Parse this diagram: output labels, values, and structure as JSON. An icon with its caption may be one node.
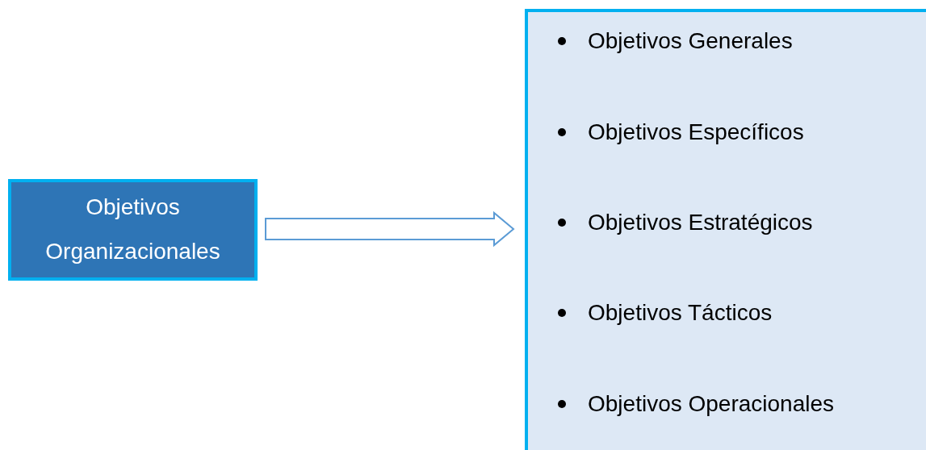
{
  "diagram": {
    "nodes": [
      {
        "text": [
          "Objetivos Organizacionales"
        ]
      },
      {
        "text": [
          "Objetivos Generales",
          "Objetivos Específicos",
          "Objetivos Estratégicos",
          "Objetivos Tácticos",
          "Objetivos Operacionales"
        ]
      }
    ],
    "edges": [
      {
        "from": 0,
        "to": 1,
        "arrow": "to"
      }
    ]
  }
}
